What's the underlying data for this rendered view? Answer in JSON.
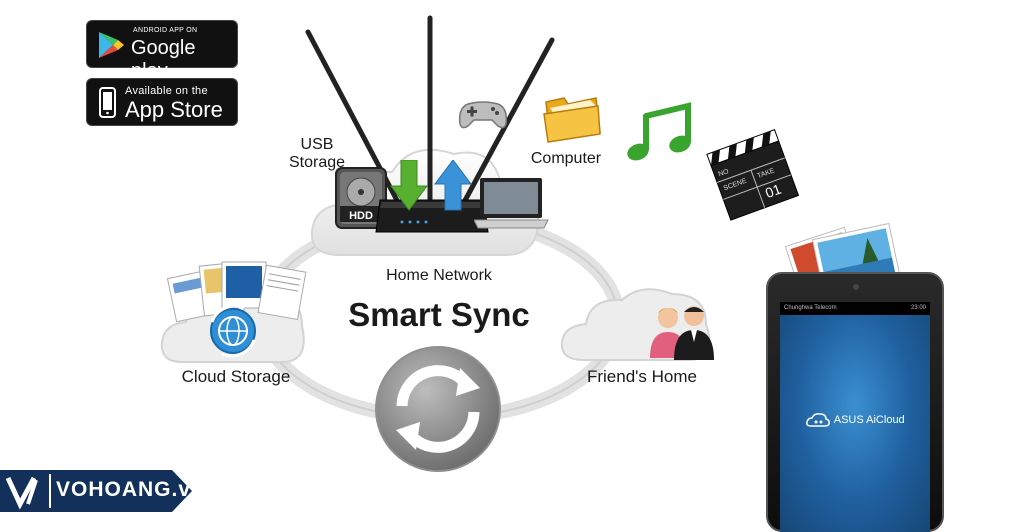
{
  "store_badges": {
    "google_play": {
      "small_text": "ANDROID APP ON",
      "big_text": "Google play"
    },
    "app_store": {
      "small_text": "Available on the",
      "big_text": "App Store"
    }
  },
  "labels": {
    "usb_storage_line1": "USB",
    "usb_storage_line2": "Storage",
    "computer": "Computer",
    "home_network": "Home Network",
    "smart_sync": "Smart Sync",
    "cloud_storage": "Cloud Storage",
    "friends_home": "Friend's Home"
  },
  "icons": {
    "hdd_label": "HDD",
    "clapper_text_1": "NO",
    "clapper_text_2": "SCENE",
    "clapper_text_3": "TAKE",
    "clapper_number": "01"
  },
  "tablet": {
    "status_carrier": "Chunghwa Telecom",
    "status_time": "23:00",
    "app_name": "ASUS AiCloud"
  },
  "watermark": {
    "text": "VOHOANG.vn"
  },
  "colors": {
    "ring": "#d9d9d9",
    "cloud": "#eeeeee",
    "arrow_down": "#58b030",
    "arrow_up": "#3a93d8",
    "note_green": "#3aa52e",
    "watermark_bg": "#12305a",
    "tablet_screen": "#1f5f9e"
  }
}
